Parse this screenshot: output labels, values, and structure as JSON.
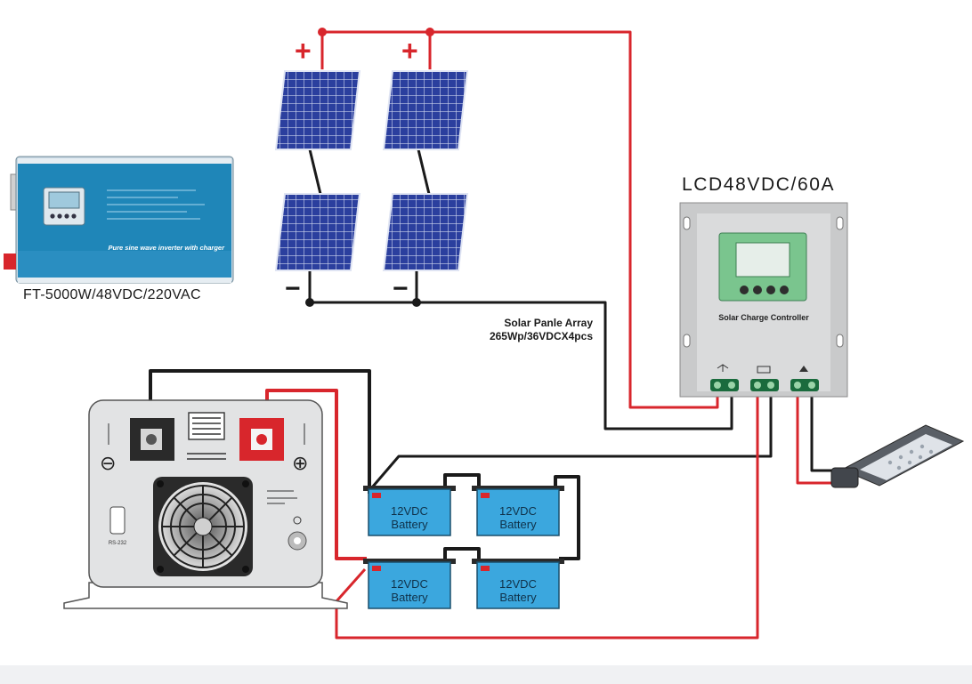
{
  "inverter": {
    "model_label": "FT-5000W/48VDC/220VAC",
    "banner_text": "Pure sine wave inverter with charger"
  },
  "controller": {
    "model_label": "LCD48VDC/60A",
    "panel_text": "Solar Charge Controller"
  },
  "solar_array": {
    "label_line1": "Solar Panle Array",
    "label_line2": "265Wp/36VDCX4pcs"
  },
  "panel_polarity": {
    "positive": "+",
    "negative": "−"
  },
  "batteries": [
    {
      "line1": "12VDC",
      "line2": "Battery"
    },
    {
      "line1": "12VDC",
      "line2": "Battery"
    },
    {
      "line1": "12VDC",
      "line2": "Battery"
    },
    {
      "line1": "12VDC",
      "line2": "Battery"
    }
  ],
  "inverter_back": {
    "port_label": "RS-232",
    "minus_symbol": "⊖",
    "plus_symbol": "⊕"
  },
  "colors": {
    "wire_positive": "#d8262c",
    "wire_negative": "#1a1a1a",
    "solar_cell": "#2b3f9e",
    "battery_fill": "#3ba7de",
    "inverter_blue": "#1f86b8",
    "controller_grey": "#c9cacb",
    "lcd_green": "#7ac58e"
  }
}
